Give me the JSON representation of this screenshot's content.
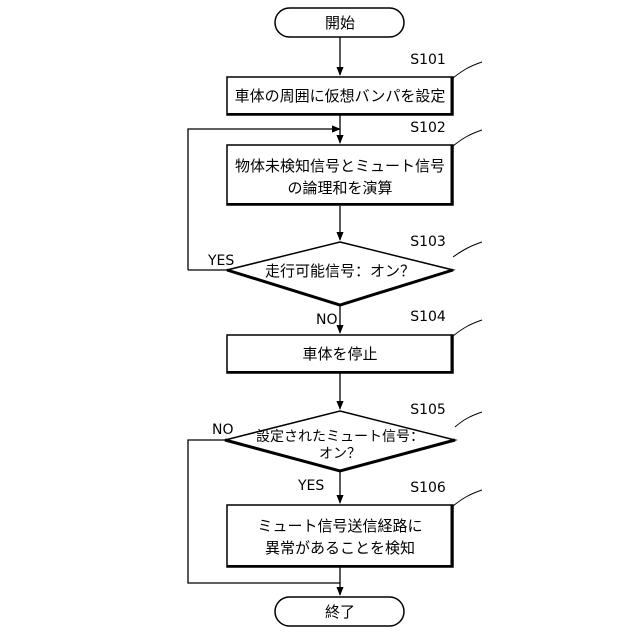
{
  "start": {
    "label": "開始"
  },
  "end": {
    "label": "終了"
  },
  "steps": [
    {
      "id": "S101",
      "lines": [
        "車体の周囲に仮想バンパを設定"
      ]
    },
    {
      "id": "S102",
      "lines": [
        "物体未検知信号とミュート信号",
        "の論理和を演算"
      ]
    },
    {
      "id": "S103",
      "lines": [
        "走行可能信号：オン？"
      ]
    },
    {
      "id": "S104",
      "lines": [
        "車体を停止"
      ]
    },
    {
      "id": "S105",
      "lines": [
        "設定されたミュート信号：",
        "オン？"
      ]
    },
    {
      "id": "S106",
      "lines": [
        "ミュート信号送信経路に",
        "異常があることを検知"
      ]
    }
  ],
  "edges": {
    "s103_yes": "YES",
    "s103_no": "NO",
    "s105_no": "NO",
    "s105_yes": "YES"
  }
}
